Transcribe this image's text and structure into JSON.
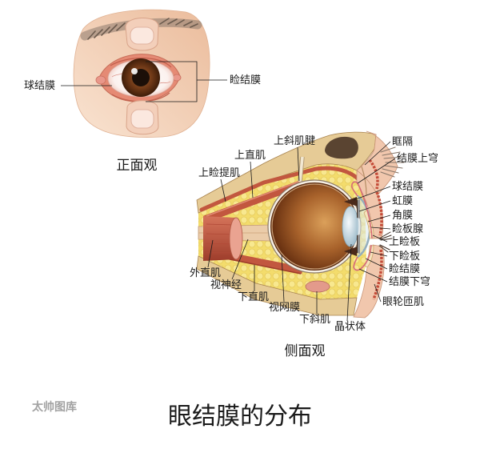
{
  "title": "眼结膜的分布",
  "watermark": "太帅图库",
  "front_view": {
    "caption": "正面观",
    "labels": {
      "bulbar_conjunctiva": "球结膜",
      "palpebral_conjunctiva": "睑结膜"
    }
  },
  "side_view": {
    "caption": "侧面观",
    "labels": {
      "superior_oblique_tendon": "上斜肌腱",
      "orbital_septum": "眶隔",
      "superior_fornix": "结膜上穹",
      "superior_rectus": "上直肌",
      "levator": "上睑提肌",
      "bulbar_conjunctiva": "球结膜",
      "iris": "虹膜",
      "cornea": "角膜",
      "meibomian_gland": "睑板腺",
      "upper_tarsus": "上睑板",
      "lower_tarsus": "下睑板",
      "palpebral_conjunctiva": "睑结膜",
      "inferior_fornix": "结膜下穹",
      "orbicularis": "眼轮匝肌",
      "lateral_rectus": "外直肌",
      "optic_nerve": "视神经",
      "inferior_rectus": "下直肌",
      "retina": "视网膜",
      "inferior_oblique": "下斜肌",
      "lens": "晶状体"
    }
  },
  "colors": {
    "skin": "#f1c7ad",
    "conjunctiva": "#e58a74",
    "fat": "#f3dc6c",
    "muscle": "#c2573f",
    "bone": "#e6cb96",
    "line": "#1a1a1a"
  }
}
